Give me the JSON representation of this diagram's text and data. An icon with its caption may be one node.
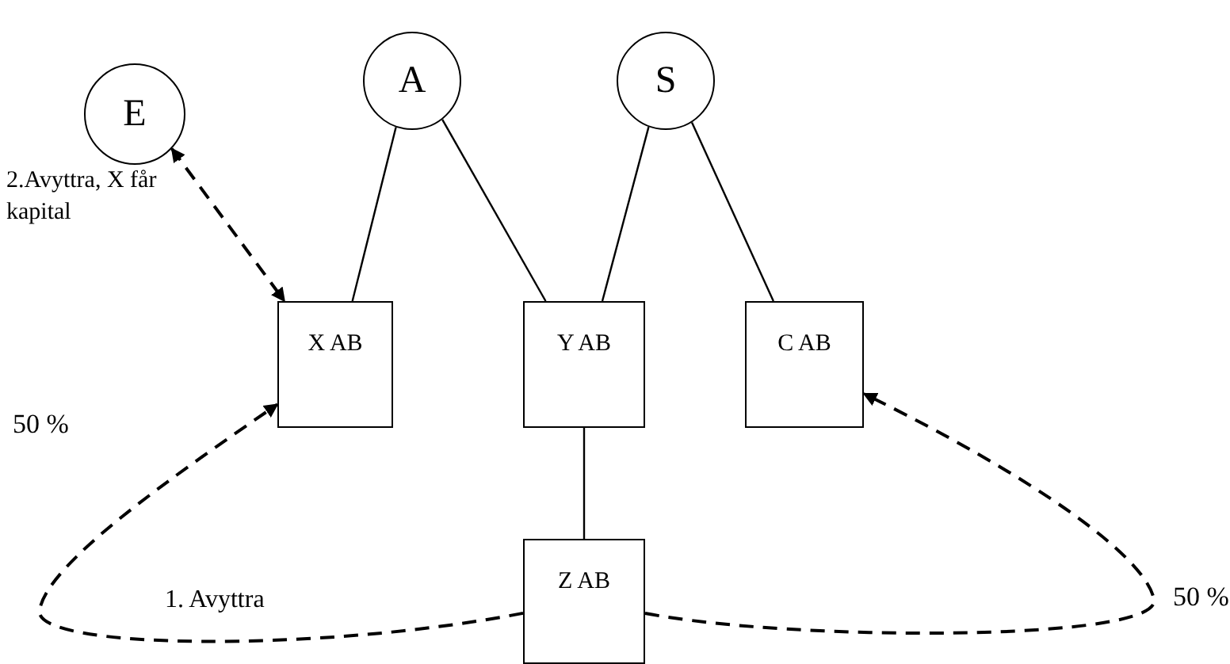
{
  "diagram": {
    "nodes": [
      {
        "text": [
          "A"
        ]
      },
      {
        "text": [
          "S"
        ]
      },
      {
        "text": [
          "E"
        ]
      },
      {
        "text": [
          "X AB"
        ]
      },
      {
        "text": [
          "Y AB"
        ]
      },
      {
        "text": [
          "C AB"
        ]
      },
      {
        "text": [
          "Z AB"
        ]
      }
    ],
    "edges": [
      {
        "from": 0,
        "to": 3,
        "arrow": "none"
      },
      {
        "from": 0,
        "to": 4,
        "arrow": "none"
      },
      {
        "from": 1,
        "to": 4,
        "arrow": "none"
      },
      {
        "from": 1,
        "to": 5,
        "arrow": "none"
      },
      {
        "from": 4,
        "to": 6,
        "arrow": "none"
      },
      {
        "from": 2,
        "to": 3,
        "arrow": "both",
        "style": "dashed",
        "label": "2.Avyttra, X får kapital"
      },
      {
        "from": 6,
        "to": 3,
        "arrow": "to",
        "style": "dashed",
        "label": "50 %"
      },
      {
        "from": 6,
        "to": 5,
        "arrow": "to",
        "style": "dashed",
        "label": "50 %"
      }
    ],
    "labels": [
      "1. Avyttra"
    ]
  }
}
